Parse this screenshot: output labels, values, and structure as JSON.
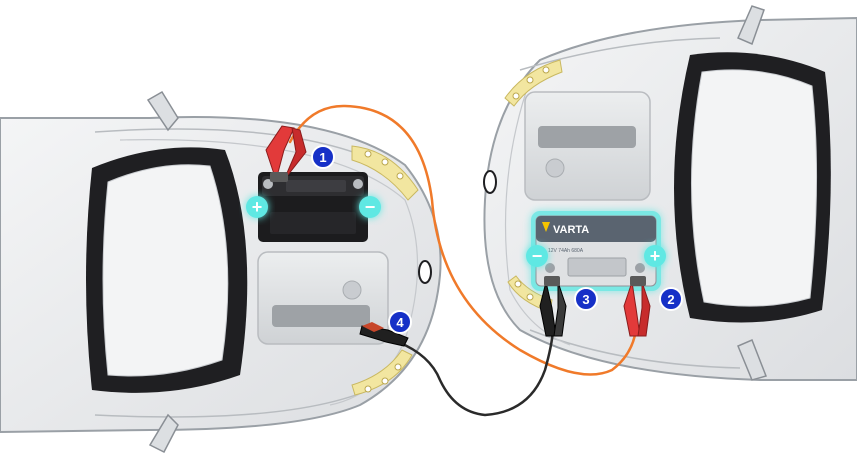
{
  "colors": {
    "background": "#ffffff",
    "car_body": "#e9eaec",
    "car_outline": "#9aa0a6",
    "windshield_frame": "#1f1f22",
    "windshield_glass": "#f3f4f5",
    "battery_dark": "#1c1c1e",
    "battery_light": "#dfe1e3",
    "highlight_cyan": "#5fe8e3",
    "badge_blue": "#1630c7",
    "red_cable": "#f07a2a",
    "black_cable": "#2a2a2a",
    "red_clamp": "#e23a3a",
    "black_clamp": "#202020",
    "headlight": "#f2e6a0"
  },
  "battery_brand": "VARTA",
  "battery_small_text": "12V 74Ah 680A",
  "terminals": {
    "plus_symbol": "+",
    "minus_symbol": "−"
  },
  "steps": [
    {
      "number": "1"
    },
    {
      "number": "2"
    },
    {
      "number": "3"
    },
    {
      "number": "4"
    }
  ]
}
